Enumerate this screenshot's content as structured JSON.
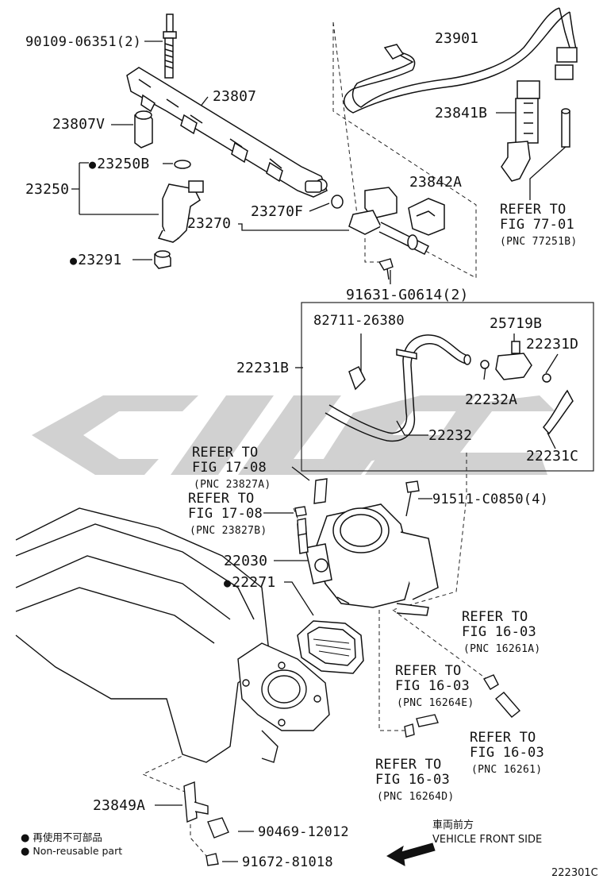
{
  "watermark": "CASC",
  "parts": {
    "p90109": "90109-06351(2)",
    "p23807": "23807",
    "p23807V": "23807V",
    "p23250B": "23250B",
    "p23250": "23250",
    "p23270F": "23270F",
    "p23270": "23270",
    "p23291": "23291",
    "p23901": "23901",
    "p23841B": "23841B",
    "p23842A": "23842A",
    "p91631": "91631-G0614(2)",
    "p82711": "82711-26380",
    "p25719B": "25719B",
    "p22231D": "22231D",
    "p22231B": "22231B",
    "p22232A": "22232A",
    "p22232": "22232",
    "p22231C": "22231C",
    "p91511": "91511-C0850(4)",
    "p22030": "22030",
    "p22271": "22271",
    "p23849A": "23849A",
    "p90469": "90469-12012",
    "p91672": "91672-81018"
  },
  "refs": {
    "r7701": {
      "line1": "REFER TO",
      "line2": "FIG 77-01",
      "pnc": "(PNC 77251B)"
    },
    "r1708a": {
      "line1": "REFER TO",
      "line2": "FIG 17-08",
      "pnc": "(PNC 23827A)"
    },
    "r1708b": {
      "line1": "REFER TO",
      "line2": "FIG 17-08",
      "pnc": "(PNC 23827B)"
    },
    "r1603a": {
      "line1": "REFER TO",
      "line2": "FIG 16-03",
      "pnc": "(PNC 16261A)"
    },
    "r1603e": {
      "line1": "REFER TO",
      "line2": "FIG 16-03",
      "pnc": "(PNC 16264E)"
    },
    "r1603": {
      "line1": "REFER TO",
      "line2": "FIG 16-03",
      "pnc": "(PNC 16261)"
    },
    "r1603d": {
      "line1": "REFER TO",
      "line2": "FIG 16-03",
      "pnc": "(PNC 16264D)"
    }
  },
  "legend": {
    "bullet": "●",
    "jp": "再使用不可部品",
    "en": "Non-reusable part"
  },
  "front": {
    "jp": "車両前方",
    "en": "VEHICLE FRONT SIDE"
  },
  "figure_code": "222301C"
}
